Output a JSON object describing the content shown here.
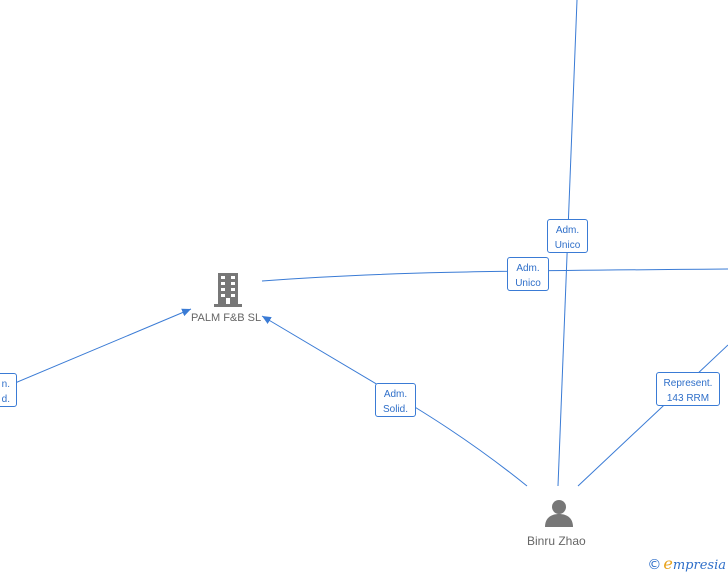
{
  "nodes": {
    "company": {
      "label": "PALM F&B  SL"
    },
    "person": {
      "label": "Binru Zhao"
    }
  },
  "edges": {
    "top_adm": {
      "line1": "Adm.",
      "line2": "Unico"
    },
    "mid_adm": {
      "line1": "Adm.",
      "line2": "Unico"
    },
    "company_solid": {
      "line1": "Adm.",
      "line2": "Solid."
    },
    "represent": {
      "line1": "Represent.",
      "line2": "143 RRM"
    },
    "left_partial": {
      "line1": "n.",
      "line2": "d."
    }
  },
  "colors": {
    "edge": "#3a7bd5",
    "icon": "#777777",
    "label": "#666666"
  },
  "watermark": {
    "copyright": "©",
    "brand_initial": "e",
    "brand_rest": "mpresia"
  }
}
